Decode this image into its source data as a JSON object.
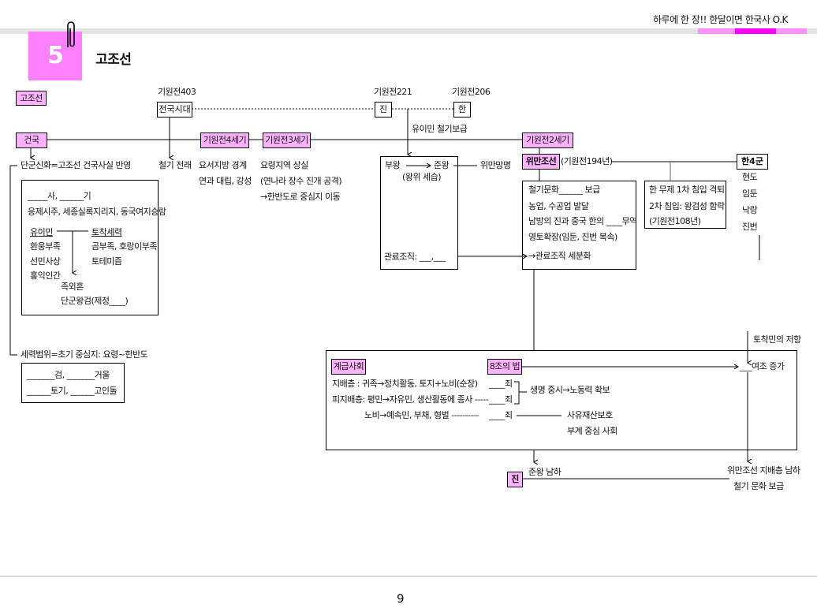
{
  "header": {
    "slogan": "하루에 한 장!! 한달이면 한국사 O.K",
    "chapter_number": "5",
    "chapter_title": "고조선",
    "accent": "#ff80ff",
    "accent_dark": "#ff00ff"
  },
  "timeline": {
    "section_tag": "고조선",
    "bc403": "기원전403",
    "warring_states": "전국시대",
    "bc221": "기원전221",
    "qin": "진",
    "bc206": "기원전206",
    "han": "한",
    "migrants_iron": "유이민 철기보급",
    "founding": "건국",
    "c4": "기원전4세기",
    "c3": "기원전3세기",
    "c2": "기원전2세기"
  },
  "founding": {
    "dangun": "단군신화=고조선 건국사실 반영",
    "box": {
      "line1": "_____사, ______기",
      "line2": "응제시주, 세종실록지리지, 동국여지승람",
      "migrants": "유이민",
      "natives": "토착세력",
      "hwanung": "환웅부족",
      "bear_tiger": "곰부족, 호랑이부족",
      "chosen": "선민사상",
      "totem": "토테미즘",
      "hongik": "홍익인간",
      "exogamy": "족외혼",
      "wanggeom": "단군왕검(제정____)"
    },
    "range": "세력범위=초기 중심지: 요령~한반도",
    "artifacts": {
      "line1": "_______검, _______거울",
      "line2": "______토기, ______고인돌"
    }
  },
  "iron_intro": "철기 전래",
  "c4_notes": [
    "요서지방 경계",
    "연과 대립, 강성"
  ],
  "c3_notes": [
    "요령지역 상실",
    "(연나라 장수 진개 공격)",
    "→한반도로 중심지 이동"
  ],
  "kings": {
    "line1_a": "부왕",
    "line1_b": "준왕",
    "hereditary": "(왕위 세습)",
    "officials": "관료조직: ___,___",
    "wiman_exile": "위만망명"
  },
  "wiman": {
    "title": "위만조선",
    "year": "(기원전194년)",
    "items": [
      "철기문화______ 보급",
      "농업, 수공업 발달",
      "남방의 진과 중국 한의 ____무역",
      "영토확장(임둔, 진번 복속)"
    ],
    "officials": "→관료조직 세분화"
  },
  "han_war": [
    "한 무제 1차 침입 격퇴",
    "2차 침입: 왕검성 함락",
    "(기원전108년)"
  ],
  "commanderies": {
    "title": "한4군",
    "items": [
      "현도",
      "임둔",
      "낙랑",
      "진번"
    ]
  },
  "resistance": "토착민의 저항",
  "society": {
    "class_tag": "계급사회",
    "law_tag": "8조의 법",
    "law_increase": "___여조 증가",
    "ruling": "지배층  : 귀족→정치활동, 토지+노비(순장)",
    "ruled": "피지배층: 평민→자유민, 생산활동에 종사 -----",
    "slaves": "노비→예속민, 부채, 형벌 ----------",
    "crime": "____죄",
    "life": "생명 중시→노동력 확보",
    "property": "사유재산보호",
    "patriarchal": "부계 중심 사회"
  },
  "south": {
    "jin": "진",
    "jun_south": "준왕 남하",
    "wiman_south": "위만조선 지배층 남하",
    "iron_spread": "철기 문화 보급"
  },
  "footer": {
    "page": "9"
  }
}
